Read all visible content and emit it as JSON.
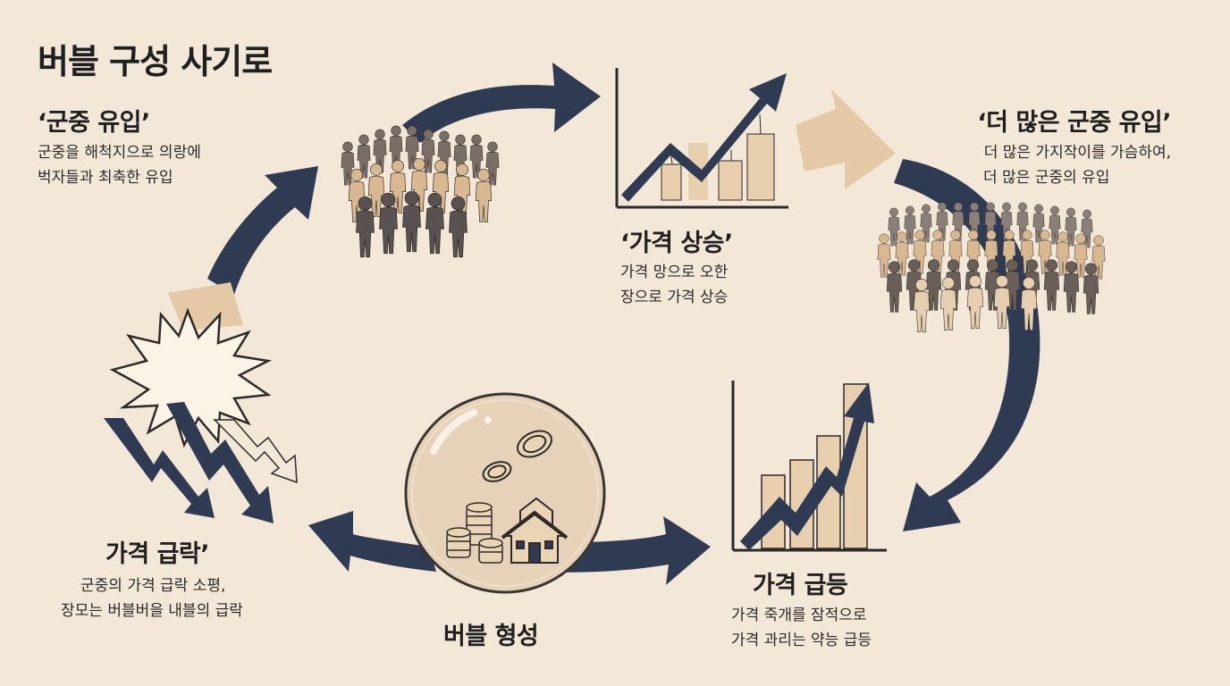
{
  "title": "버블 구성 사기로",
  "stages": {
    "crowd_inflow": {
      "heading": "‘군중 유입’",
      "lines": [
        "군중을 해척지으로 의랑에",
        "벅자들과 최축한 유입"
      ]
    },
    "price_rise": {
      "heading": "‘가격 상승’",
      "lines": [
        "가격 망으로 오한",
        "장으로 가격 상승"
      ]
    },
    "more_crowd": {
      "heading": "‘더 많은 군중 유입’",
      "lines": [
        "더 많은 가지작이를 가슴하여,",
        "더 많은 군중의 유입"
      ]
    },
    "price_surge": {
      "heading": "가격 급등",
      "lines": [
        "가격 죽개를 잠적으로",
        "가격 과리는 약능 급등"
      ]
    },
    "bubble": {
      "heading": "버블 형성"
    },
    "crash": {
      "heading": "가격 급락’",
      "lines": [
        "군중의 가격 급락 소평,",
        "장모는 버블버을 내블의 급락"
      ]
    }
  },
  "colors": {
    "background": "#f3e7d7",
    "navy": "#2e3b52",
    "beige": "#e3c9a6",
    "bar": "#e8cfae"
  },
  "icons": [
    "crowd-icon",
    "rising-chart-icon",
    "large-crowd-icon",
    "bar-chart-icon",
    "bubble-icon",
    "crash-burst-icon"
  ]
}
